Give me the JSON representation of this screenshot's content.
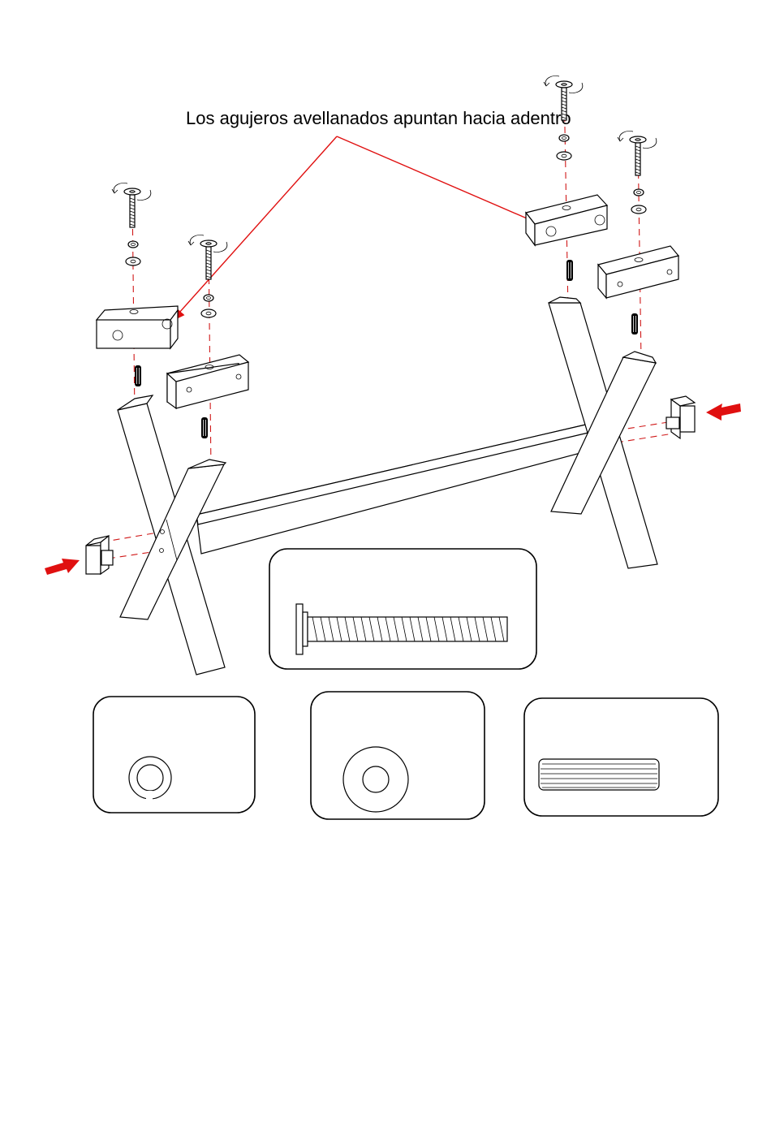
{
  "callout": {
    "text": "Los agujeros avellanados apuntan hacia adentro"
  },
  "colors": {
    "line": "#000000",
    "axis": "#d01818",
    "arrow": "#e01010",
    "background": "#ffffff"
  },
  "icons": {
    "insertion_arrows": "red-arrow-icon",
    "rotation": "rotation-arrow-icon"
  },
  "parts": {
    "bolt": "bolt",
    "split_lock_washer": "split-lock-washer",
    "flat_washer": "flat-washer",
    "wood_dowel": "wood-dowel",
    "mounting_block": "mounting-block",
    "bracket": "bracket",
    "x_leg": "x-leg",
    "stretcher": "stretcher"
  }
}
